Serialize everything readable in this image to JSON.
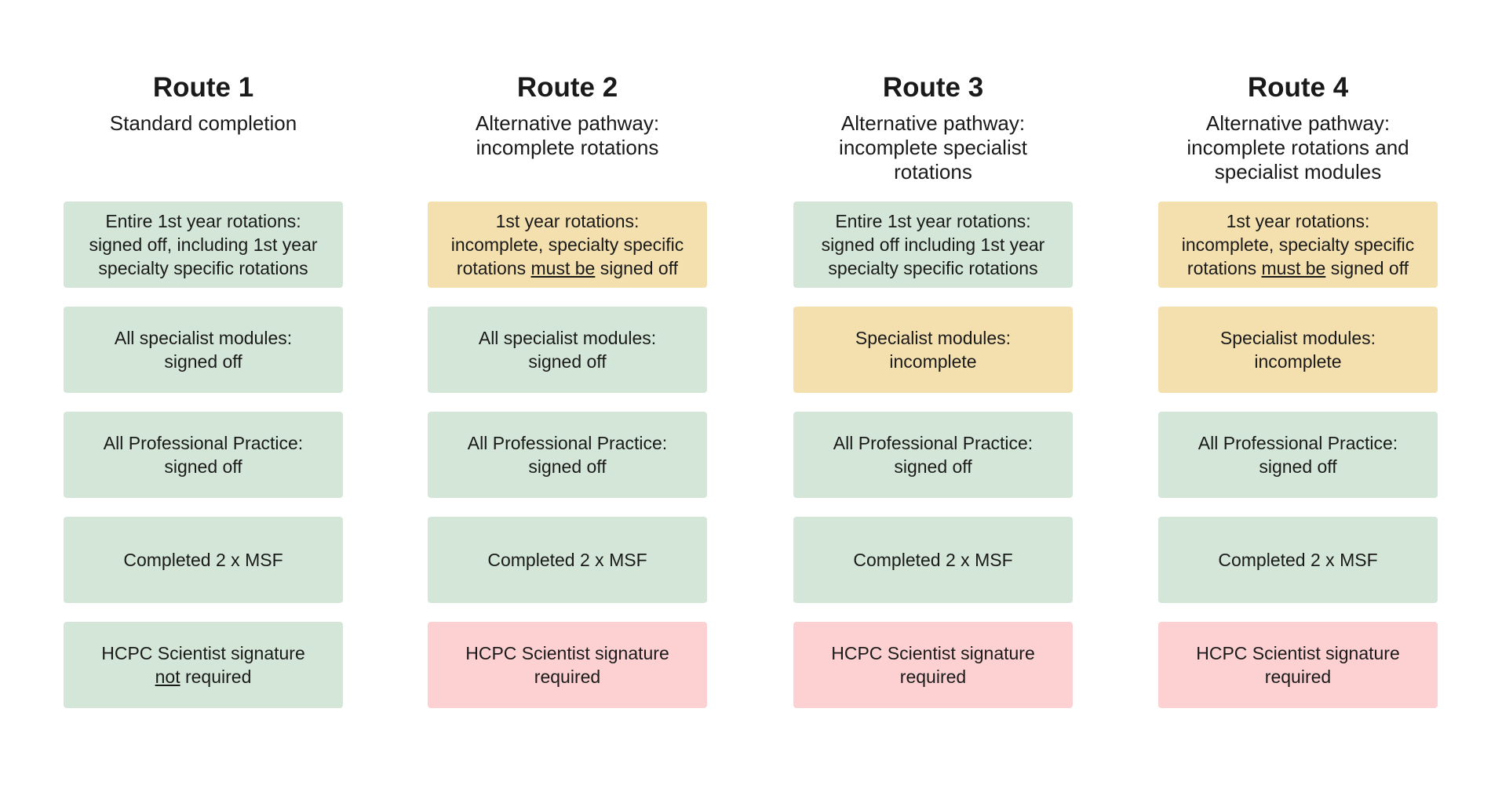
{
  "colors": {
    "green": "#d3e6d7",
    "amber": "#f4dfae",
    "red": "#fdd0d2",
    "text": "#1a1a1a"
  },
  "routes": [
    {
      "title": "Route 1",
      "subtitle_lines": [
        "Standard completion"
      ],
      "boxes": [
        {
          "status": "green",
          "lines": [
            [
              {
                "t": "Entire 1st year rotations:"
              }
            ],
            [
              {
                "t": "signed off, including 1st year"
              }
            ],
            [
              {
                "t": "specialty specific rotations"
              }
            ]
          ]
        },
        {
          "status": "green",
          "lines": [
            [
              {
                "t": "All specialist modules:"
              }
            ],
            [
              {
                "t": "signed off"
              }
            ]
          ]
        },
        {
          "status": "green",
          "lines": [
            [
              {
                "t": "All Professional Practice:"
              }
            ],
            [
              {
                "t": "signed off"
              }
            ]
          ]
        },
        {
          "status": "green",
          "lines": [
            [
              {
                "t": "Completed 2 x MSF"
              }
            ]
          ]
        },
        {
          "status": "green",
          "lines": [
            [
              {
                "t": "HCPC Scientist signature"
              }
            ],
            [
              {
                "t": "not",
                "u": true
              },
              {
                "t": " required"
              }
            ]
          ]
        }
      ]
    },
    {
      "title": "Route 2",
      "subtitle_lines": [
        "Alternative pathway:",
        "incomplete rotations"
      ],
      "boxes": [
        {
          "status": "amber",
          "lines": [
            [
              {
                "t": "1st year rotations:"
              }
            ],
            [
              {
                "t": "incomplete, specialty specific"
              }
            ],
            [
              {
                "t": "rotations "
              },
              {
                "t": "must be",
                "u": true
              },
              {
                "t": " signed off"
              }
            ]
          ]
        },
        {
          "status": "green",
          "lines": [
            [
              {
                "t": "All specialist modules:"
              }
            ],
            [
              {
                "t": "signed off"
              }
            ]
          ]
        },
        {
          "status": "green",
          "lines": [
            [
              {
                "t": "All Professional Practice:"
              }
            ],
            [
              {
                "t": "signed off"
              }
            ]
          ]
        },
        {
          "status": "green",
          "lines": [
            [
              {
                "t": "Completed 2 x MSF"
              }
            ]
          ]
        },
        {
          "status": "red",
          "lines": [
            [
              {
                "t": "HCPC Scientist signature"
              }
            ],
            [
              {
                "t": "required"
              }
            ]
          ]
        }
      ]
    },
    {
      "title": "Route 3",
      "subtitle_lines": [
        "Alternative pathway:",
        "incomplete specialist",
        "rotations"
      ],
      "boxes": [
        {
          "status": "green",
          "lines": [
            [
              {
                "t": "Entire 1st year rotations:"
              }
            ],
            [
              {
                "t": "signed off including 1st year"
              }
            ],
            [
              {
                "t": "specialty specific rotations"
              }
            ]
          ]
        },
        {
          "status": "amber",
          "lines": [
            [
              {
                "t": "Specialist modules:"
              }
            ],
            [
              {
                "t": "incomplete"
              }
            ]
          ]
        },
        {
          "status": "green",
          "lines": [
            [
              {
                "t": "All Professional Practice:"
              }
            ],
            [
              {
                "t": "signed off"
              }
            ]
          ]
        },
        {
          "status": "green",
          "lines": [
            [
              {
                "t": "Completed 2 x MSF"
              }
            ]
          ]
        },
        {
          "status": "red",
          "lines": [
            [
              {
                "t": "HCPC Scientist signature"
              }
            ],
            [
              {
                "t": "required"
              }
            ]
          ]
        }
      ]
    },
    {
      "title": "Route 4",
      "subtitle_lines": [
        "Alternative pathway:",
        "incomplete rotations and",
        "specialist modules"
      ],
      "boxes": [
        {
          "status": "amber",
          "lines": [
            [
              {
                "t": "1st year rotations:"
              }
            ],
            [
              {
                "t": "incomplete, specialty specific"
              }
            ],
            [
              {
                "t": "rotations "
              },
              {
                "t": "must be",
                "u": true
              },
              {
                "t": " signed off"
              }
            ]
          ]
        },
        {
          "status": "amber",
          "lines": [
            [
              {
                "t": "Specialist modules:"
              }
            ],
            [
              {
                "t": "incomplete"
              }
            ]
          ]
        },
        {
          "status": "green",
          "lines": [
            [
              {
                "t": "All Professional Practice:"
              }
            ],
            [
              {
                "t": "signed off"
              }
            ]
          ]
        },
        {
          "status": "green",
          "lines": [
            [
              {
                "t": "Completed 2 x MSF"
              }
            ]
          ]
        },
        {
          "status": "red",
          "lines": [
            [
              {
                "t": "HCPC Scientist signature"
              }
            ],
            [
              {
                "t": "required"
              }
            ]
          ]
        }
      ]
    }
  ]
}
